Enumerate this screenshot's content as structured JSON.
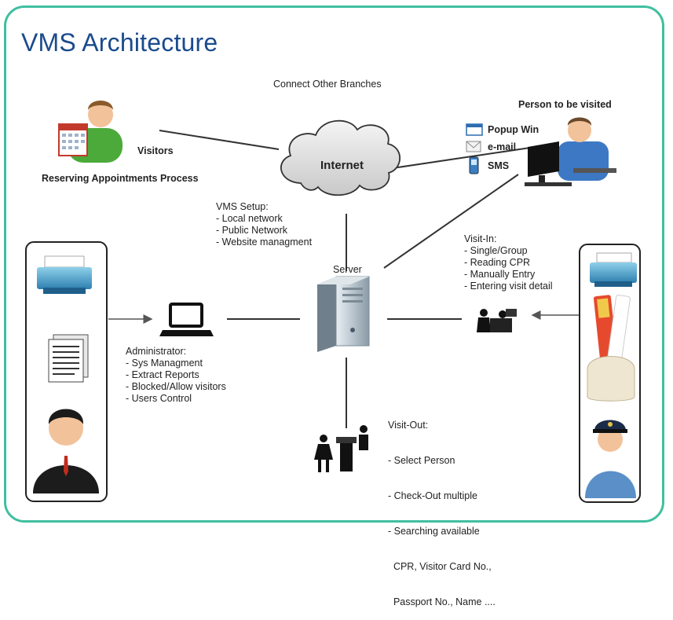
{
  "title": "VMS Architecture",
  "connect_other_branches": "Connect Other Branches",
  "internet": "Internet",
  "visitors": "Visitors",
  "reserving": "Reserving Appointments Process",
  "person_to_be_visited": "Person to be visited",
  "notify": [
    "Popup Win",
    "e-mail",
    "SMS"
  ],
  "vms_setup": [
    "VMS Setup:",
    "- Local network",
    "- Public Network",
    "- Website managment"
  ],
  "server": "Server",
  "visit_in": [
    "Visit-In:",
    "- Single/Group",
    "- Reading CPR",
    "- Manually Entry",
    "- Entering visit detail"
  ],
  "administrator": [
    "Administrator:",
    "- Sys Managment",
    "- Extract Reports",
    "- Blocked/Allow visitors",
    "- Users Control"
  ],
  "visit_out": [
    "Visit-Out:",
    "- Select Person",
    "- Check-Out multiple",
    "- Searching available",
    "  CPR, Visitor Card No.,",
    "  Passport No., Name ...."
  ],
  "colors": {
    "border": "#3fbfa0",
    "title": "#1a4b8c"
  }
}
